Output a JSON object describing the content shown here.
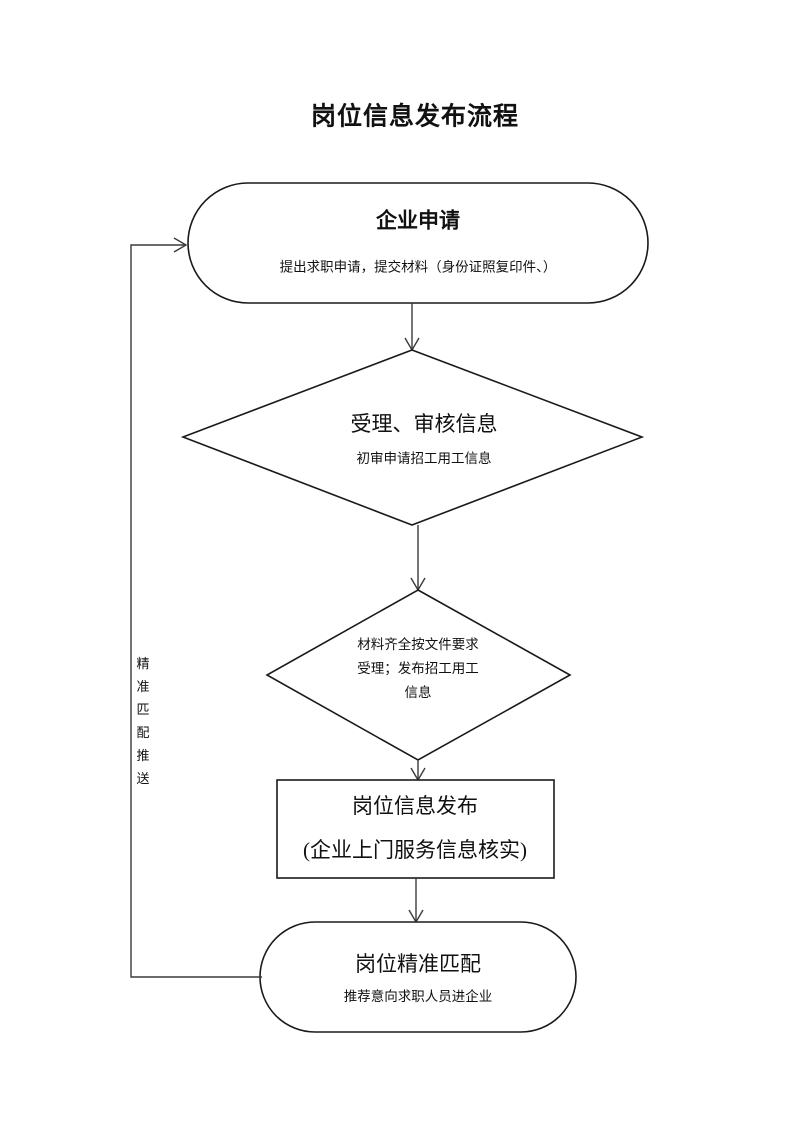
{
  "page": {
    "title": "岗位信息发布流程",
    "background": "#ffffff",
    "stroke_color": "#1a1a1a",
    "connector_color": "#3a3a3a",
    "text_color": "#111111"
  },
  "chart_data": {
    "type": "diagram",
    "title": "岗位信息发布流程",
    "nodes": [
      {
        "id": "n1",
        "shape": "rounded-rectangle",
        "title": "企业申请",
        "subtitle": "提出求职申请，提交材料（身份证照复印件、）"
      },
      {
        "id": "n2",
        "shape": "diamond",
        "title": "受理、审核信息",
        "subtitle": "初审申请招工用工信息"
      },
      {
        "id": "n3",
        "shape": "diamond",
        "lines": [
          "材料齐全按文件要求",
          "受理；发布招工用工",
          "信息"
        ]
      },
      {
        "id": "n4",
        "shape": "rectangle",
        "lines": [
          "岗位信息发布",
          "(企业上门服务信息核实)"
        ]
      },
      {
        "id": "n5",
        "shape": "rounded-rectangle",
        "title": "岗位精准匹配",
        "subtitle": "推荐意向求职人员进企业"
      }
    ],
    "edges": [
      {
        "from": "n1",
        "to": "n2",
        "label": ""
      },
      {
        "from": "n2",
        "to": "n3",
        "label": ""
      },
      {
        "from": "n3",
        "to": "n4",
        "label": ""
      },
      {
        "from": "n4",
        "to": "n5",
        "label": ""
      },
      {
        "from": "n5",
        "to": "n1",
        "label": "精准匹配推送"
      }
    ],
    "feedback_label_chars": [
      "精",
      "准",
      "匹",
      "配",
      "推",
      "送"
    ]
  }
}
